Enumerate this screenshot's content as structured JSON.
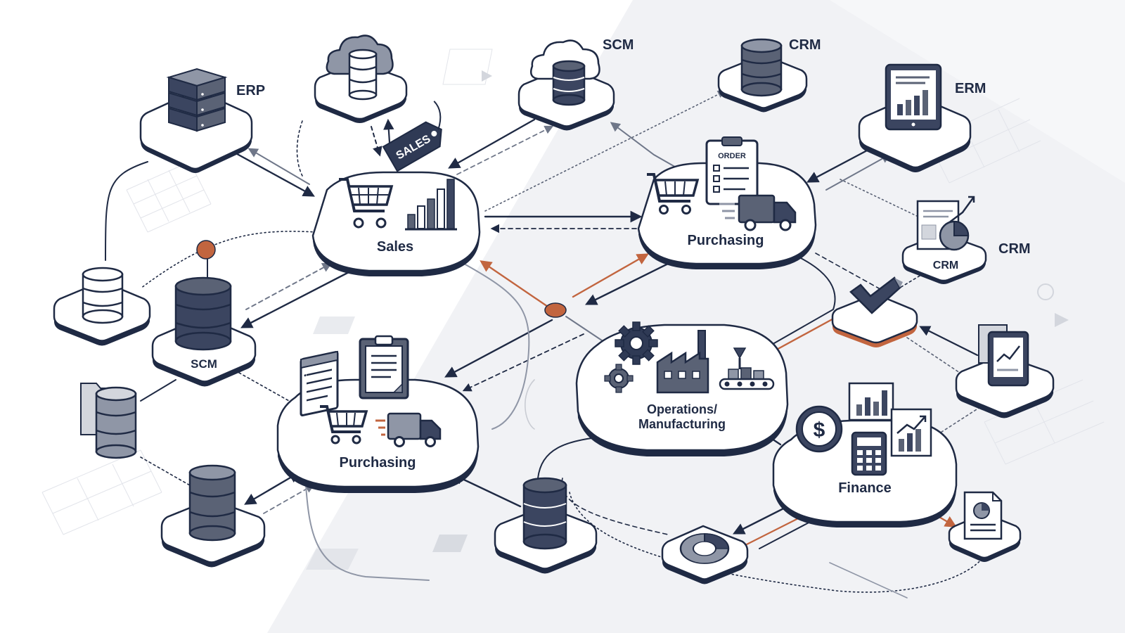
{
  "colors": {
    "navy": "#1f2a44",
    "slate": "#5a6275",
    "muted": "#8f96a6",
    "accent": "#c2653f",
    "platform": "#ffffff",
    "shadow": "#d9dce3",
    "background_tint": "#eef0f4"
  },
  "nodes": {
    "sales": {
      "label": "Sales",
      "icons": [
        "shopping-cart-icon",
        "sales-tag-icon",
        "bar-chart-icon"
      ],
      "tag_text": "SALES"
    },
    "purchasing_top": {
      "label": "Purchasing",
      "icons": [
        "shopping-cart-icon",
        "order-clipboard-icon",
        "delivery-truck-icon"
      ],
      "clipboard_text": "ORDER"
    },
    "purchasing_bottom": {
      "label": "Purchasing",
      "icons": [
        "document-list-icon",
        "clipboard-icon",
        "shopping-cart-icon",
        "delivery-truck-icon"
      ]
    },
    "operations": {
      "label": "Operations/\nManufacturing",
      "label_line1": "Operations/",
      "label_line2": "Manufacturing",
      "icons": [
        "gear-icon",
        "factory-icon",
        "conveyor-icon"
      ]
    },
    "finance": {
      "label": "Finance",
      "icons": [
        "dollar-coin-icon",
        "calculator-icon",
        "bar-chart-icon",
        "trend-chart-icon"
      ]
    },
    "erp": {
      "label": "ERP",
      "icon": "server-rack-icon"
    },
    "cloud_db": {
      "label": "",
      "icon": "cloud-database-icon"
    },
    "scm_top": {
      "label": "SCM",
      "icon": "cloud-database-icon"
    },
    "crm_top": {
      "label": "CRM",
      "icon": "database-icon"
    },
    "erm": {
      "label": "ERM",
      "icon": "tablet-chart-icon"
    },
    "crm_right": {
      "label": "CRM",
      "sub_label": "CRM",
      "icon": "report-pie-icon"
    },
    "checkmark": {
      "label": "",
      "icon": "checkmark-icon"
    },
    "tablet_right": {
      "label": "",
      "icon": "tablet-trend-icon"
    },
    "report_br": {
      "label": "",
      "icon": "pie-report-icon"
    },
    "pie_bottom": {
      "label": "",
      "icon": "donut-chart-icon"
    },
    "db_left": {
      "label": "",
      "icon": "database-icon"
    },
    "scm_left": {
      "label": "SCM",
      "icon": "database-icon"
    },
    "folder_db": {
      "label": "",
      "icon": "folder-database-icon"
    },
    "db_bottom_left": {
      "label": "",
      "icon": "database-icon"
    },
    "db_bottom_mid": {
      "label": "",
      "icon": "database-icon"
    }
  }
}
